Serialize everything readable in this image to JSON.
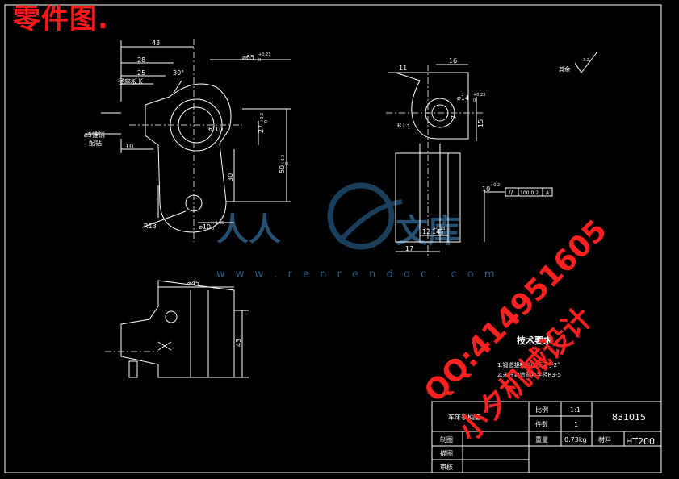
{
  "header": {
    "title": "零件图."
  },
  "dims_front": {
    "d43": "43",
    "d28": "28",
    "d25": "25",
    "cut": "径座板长",
    "ang": "30°",
    "dia65": "⌀65",
    "tol65u": "+0.23",
    "tol65l": "0",
    "d27": "27",
    "tol27u": "+0.2",
    "tol27l": "0",
    "d50": "50",
    "tol50u": "+0.3",
    "tol50l": "0",
    "d30": "30",
    "d10": "10",
    "hole": "⌀5锥销",
    "hole2": "配钻",
    "r13": "R13",
    "dia10": "⌀10",
    "tol10u": "+0.05",
    "tol10l": "0",
    "small6": "6",
    "small10": "10"
  },
  "dims_side": {
    "d11": "11",
    "d16": "16",
    "dia14": "⌀14",
    "tol14u": "+0.23",
    "tol14l": "0",
    "d7": "7",
    "d15": "15",
    "r13": "R13",
    "d10": "10",
    "tol10": "+0.2",
    "d12": "12",
    "d14": "14",
    "tol14bu": "+0.23",
    "tol14bl": "0",
    "d17": "17",
    "gtol": "//",
    "gtolval": "100:0.2",
    "datum": "A"
  },
  "dims_top": {
    "dia45": "⌀45",
    "d43": "43"
  },
  "roughness": {
    "other": "其余",
    "r": "3.2"
  },
  "tech": {
    "title": "技术要求",
    "line1": "1.锻造拔模斜度不大于2°",
    "line2": "2.未注铸造圆角半径R3-5"
  },
  "watermark": {
    "text": "w w w . r e n r e n d o c . c o m",
    "label1": "人人",
    "label2": "文库"
  },
  "stamp": {
    "line1": "QQ:414951605",
    "line2": "小夕机械设计"
  },
  "titleblock": {
    "name": "车床手柄座",
    "scale_label": "比例",
    "scale_val": "1:1",
    "qty_label": "件数",
    "qty_val": "1",
    "mass_label": "重量",
    "mass_val": "0.73kg",
    "mat_label": "材料",
    "mat_val": "HT200",
    "code": "831015",
    "draw": "制图",
    "check": "描图",
    "review": "审核"
  }
}
